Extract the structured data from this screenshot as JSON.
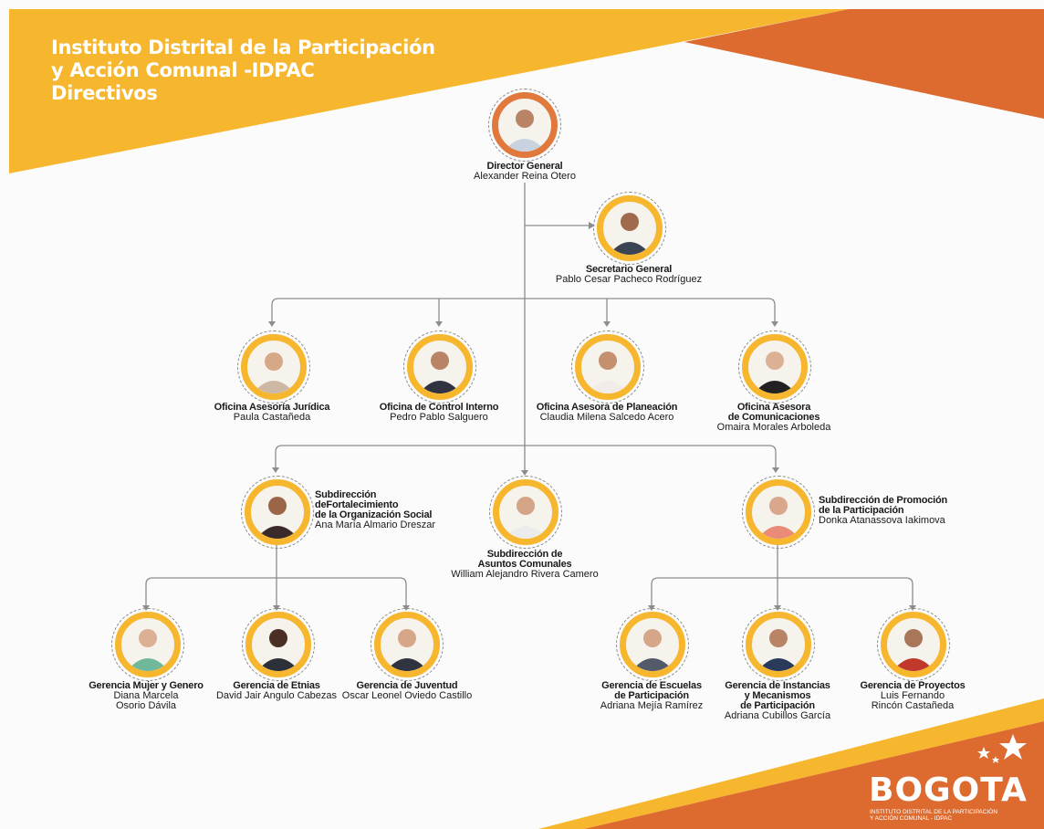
{
  "header": {
    "title_line1": "Instituto Distrital de la Participación",
    "title_line2": "y Acción Comunal -IDPAC",
    "title_line3": "Directivos"
  },
  "colors": {
    "yellow": "#f6b62e",
    "orange": "#dd6b2f",
    "line": "#8c8c8c",
    "ring": "#f6b62e"
  },
  "people": {
    "director": {
      "role": "Director General",
      "name": "Alexander Reina Otero"
    },
    "secretario": {
      "role": "Secretario General",
      "name": "Pablo Cesar Pacheco Rodríguez"
    },
    "juridica": {
      "role": "Oficina Asesoría Jurídica",
      "name": "Paula Castañeda"
    },
    "control": {
      "role": "Oficina de Control Interno",
      "name": "Pedro Pablo Salguero"
    },
    "planeacion": {
      "role": "Oficina Asesora de Planeación",
      "name": "Claudia Milena Salcedo Acero"
    },
    "comunicaciones": {
      "role1": "Oficina Asesora",
      "role2": "de Comunicaciones",
      "name": "Omaira Morales Arboleda"
    },
    "fortalecimiento": {
      "role1": "Subdirección",
      "role2": "deFortalecimiento",
      "role3": "de la Organización Social",
      "name": "Ana María Almario Dreszar"
    },
    "asuntos": {
      "role1": "Subdirección de",
      "role2": "Asuntos Comunales",
      "name": "William Alejandro Rivera Camero"
    },
    "promocion": {
      "role1": "Subdirección de Promoción",
      "role2": "de la Participación",
      "name": "Donka Atanassova Iakimova"
    },
    "mujer": {
      "role": "Gerencia Mujer y Genero",
      "name1": "Diana Marcela",
      "name2": "Osorio Dávila"
    },
    "etnias": {
      "role": "Gerencia de Etnias",
      "name": "David Jair Angulo Cabezas"
    },
    "juventud": {
      "role": "Gerencia de Juventud",
      "name": "Oscar Leonel Oviedo Castillo"
    },
    "escuelas": {
      "role1": "Gerencia de Escuelas",
      "role2": "de Participación",
      "name": "Adriana Mejía Ramírez"
    },
    "instancias": {
      "role1": "Gerencia de Instancias",
      "role2": "y Mecanismos",
      "role3": "de Participación",
      "name": "Adriana Cubillos García"
    },
    "proyectos": {
      "role": "Gerencia de Proyectos",
      "name1": "Luis Fernando",
      "name2": "Rincón Castañeda"
    }
  },
  "logo": {
    "word": "BOGOTA",
    "sub1": "INSTITUTO DISTRITAL DE LA PARTICIPACIÓN",
    "sub2": "Y ACCIÓN COMUNAL - IDPAC"
  }
}
